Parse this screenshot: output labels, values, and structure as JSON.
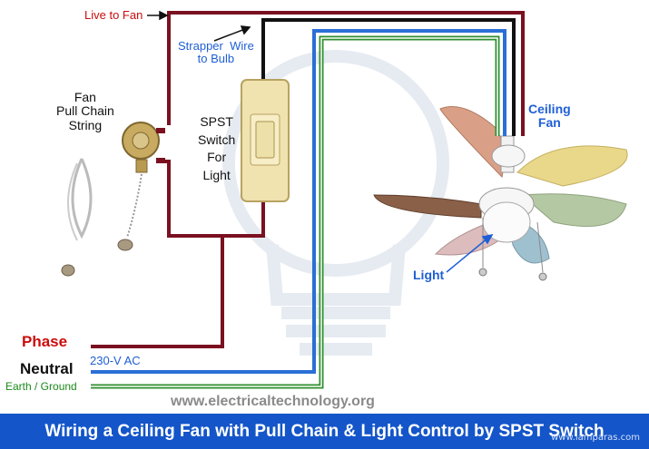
{
  "labels": {
    "live_to_fan": "Live to Fan",
    "strapper_wire": "Strapper  Wire\nto Bulb",
    "fan_pull_chain": "Fan\nPull Chain\nString",
    "spst_switch": "SPST\nSwitch\nFor\nLight",
    "ceiling_fan": "Ceiling\nFan",
    "light": "Light",
    "phase": "Phase",
    "neutral": "Neutral",
    "earth_ground": "Earth / Ground",
    "voltage": "230-V AC"
  },
  "website": "www.electricaltechnology.org",
  "footer_title": "Wiring a Ceiling Fan with Pull Chain & Light Control by  SPST Switch",
  "watermark": "www.lamparas.com",
  "colors": {
    "phase_wire": "#7a1020",
    "live_wire": "#7a1020",
    "neutral_wire": "#2a6fd6",
    "earth_wire": "#2f8f2f",
    "strapper_wire": "#111111",
    "footer_bg": "#1455c9"
  }
}
